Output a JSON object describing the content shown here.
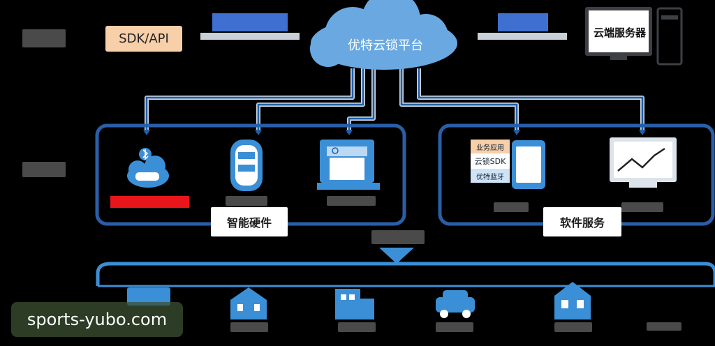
{
  "top": {
    "sdk_label": "SDK/API",
    "cloud_label": "优特云锁平台",
    "server_label": "云端服务器"
  },
  "hardware": {
    "label": "智能硬件"
  },
  "software": {
    "label": "软件服务",
    "app_tags": [
      "业务应用",
      "云锁SDK",
      "优特蓝牙"
    ]
  },
  "watermark": {
    "text": "sports-yubo.com"
  },
  "colors": {
    "accent_blue": "#3b8fd6",
    "frame_blue": "#2a63b8",
    "line_grey": "#c9d2dc",
    "tag_orange": "#f7cfa9",
    "tag_red": "#e8151b"
  }
}
